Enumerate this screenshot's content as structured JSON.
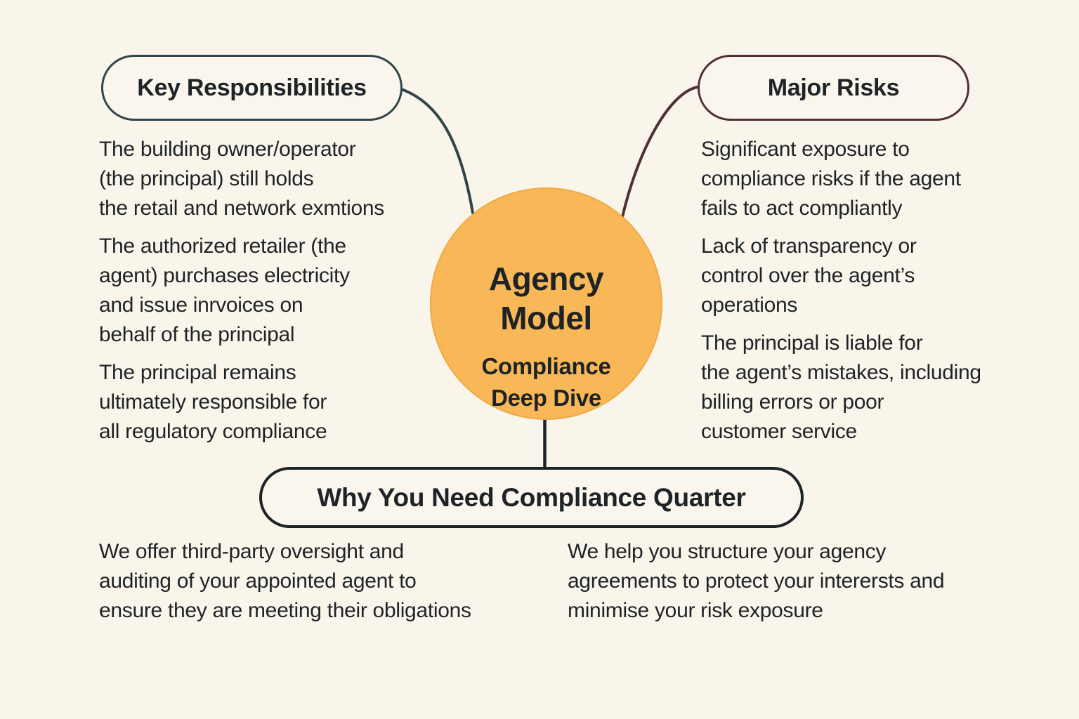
{
  "diagram": {
    "background_color": "#faf5ea",
    "text_color": "#1e2327",
    "center": {
      "title": "Agency\nModel",
      "subtitle": "Compliance\nDeep Dive",
      "fill_color": "#f8b858",
      "edge_color": "#efa946"
    },
    "branches": {
      "responsibilities": {
        "label": "Key Responsibilities",
        "border_color": "#30454a",
        "items": [
          "The building owner/operator\n(the principal) still holds\nthe retail and network exmtions",
          "The authorized retailer (the\nagent) purchases electricity\nand issue inrvoices on\nbehalf of the principal",
          "The principal remains\nultimately responsible for\nall regulatory compliance"
        ]
      },
      "risks": {
        "label": "Major Risks",
        "border_color": "#512f37",
        "items": [
          "Significant exposure to\ncompliance risks if the agent\nfails to act compliantly",
          "Lack of transparency or\ncontrol over the agent’s\noperations",
          "The principal is liable for\nthe agent’s mistakes, including\nbilling errors or poor\ncustomer service"
        ]
      },
      "why": {
        "label": "Why You Need Compliance Quarter",
        "border_color": "#1d2327",
        "items": [
          "We offer third-party oversight and\nauditing of your appointed agent to\nensure they are meeting their obligations",
          "We help you structure your agency\nagreements to protect your interersts and\nminimise your risk exposure"
        ]
      }
    }
  }
}
